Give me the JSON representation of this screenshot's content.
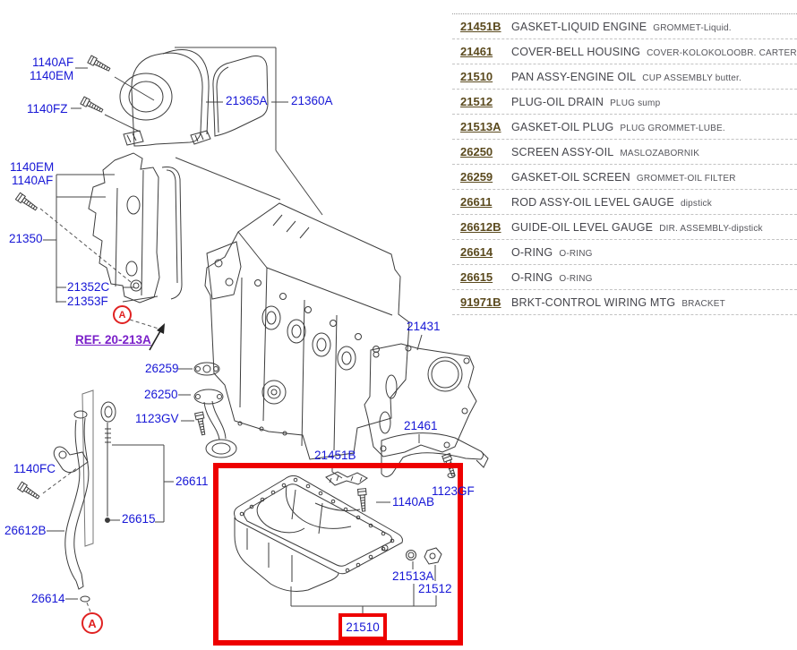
{
  "diagram": {
    "view_marker": "A",
    "ref_link": "REF. 20-213A",
    "selected_part": "21510",
    "colors": {
      "callout": "#1717d6",
      "ref": "#7a1fc9",
      "highlight": "#ee0000",
      "line_art": "#3c3c3c"
    },
    "callouts": {
      "c_1140af_1": "1140AF",
      "c_1140em_1": "1140EM",
      "c_1140fz": "1140FZ",
      "c_21365a": "21365A",
      "c_21360a": "21360A",
      "c_1140em_2": "1140EM",
      "c_1140af_2": "1140AF",
      "c_21350": "21350",
      "c_21352c": "21352C",
      "c_21353f": "21353F",
      "c_26259": "26259",
      "c_26250": "26250",
      "c_1123gv": "1123GV",
      "c_21431": "21431",
      "c_21461": "21461",
      "c_21451b": "21451B",
      "c_1140ab": "1140AB",
      "c_1123gf": "1123GF",
      "c_21513a": "21513A",
      "c_21512": "21512",
      "c_21510": "21510",
      "c_1140fc": "1140FC",
      "c_26611": "26611",
      "c_26615": "26615",
      "c_26612b": "26612B",
      "c_26614": "26614"
    }
  },
  "parts": [
    {
      "number": "21451B",
      "name": "GASKET-LIQUID ENGINE",
      "alt": "GROMMET-Liquid."
    },
    {
      "number": "21461",
      "name": "COVER-BELL HOUSING",
      "alt": "COVER-KOLOKOLOOBR. CARTER"
    },
    {
      "number": "21510",
      "name": "PAN ASSY-ENGINE OIL",
      "alt": "CUP ASSEMBLY butter."
    },
    {
      "number": "21512",
      "name": "PLUG-OIL DRAIN",
      "alt": "PLUG sump"
    },
    {
      "number": "21513A",
      "name": "GASKET-OIL PLUG",
      "alt": "PLUG GROMMET-LUBE."
    },
    {
      "number": "26250",
      "name": "SCREEN ASSY-OIL",
      "alt": "MASLOZABORNIK"
    },
    {
      "number": "26259",
      "name": "GASKET-OIL SCREEN",
      "alt": "GROMMET-OIL FILTER"
    },
    {
      "number": "26611",
      "name": "ROD ASSY-OIL LEVEL GAUGE",
      "alt": "dipstick"
    },
    {
      "number": "26612B",
      "name": "GUIDE-OIL LEVEL GAUGE",
      "alt": "DIR. ASSEMBLY-dipstick"
    },
    {
      "number": "26614",
      "name": "O-RING",
      "alt": "O-RING"
    },
    {
      "number": "26615",
      "name": "O-RING",
      "alt": "O-RING"
    },
    {
      "number": "91971B",
      "name": "BRKT-CONTROL WIRING MTG",
      "alt": "BRACKET"
    }
  ]
}
